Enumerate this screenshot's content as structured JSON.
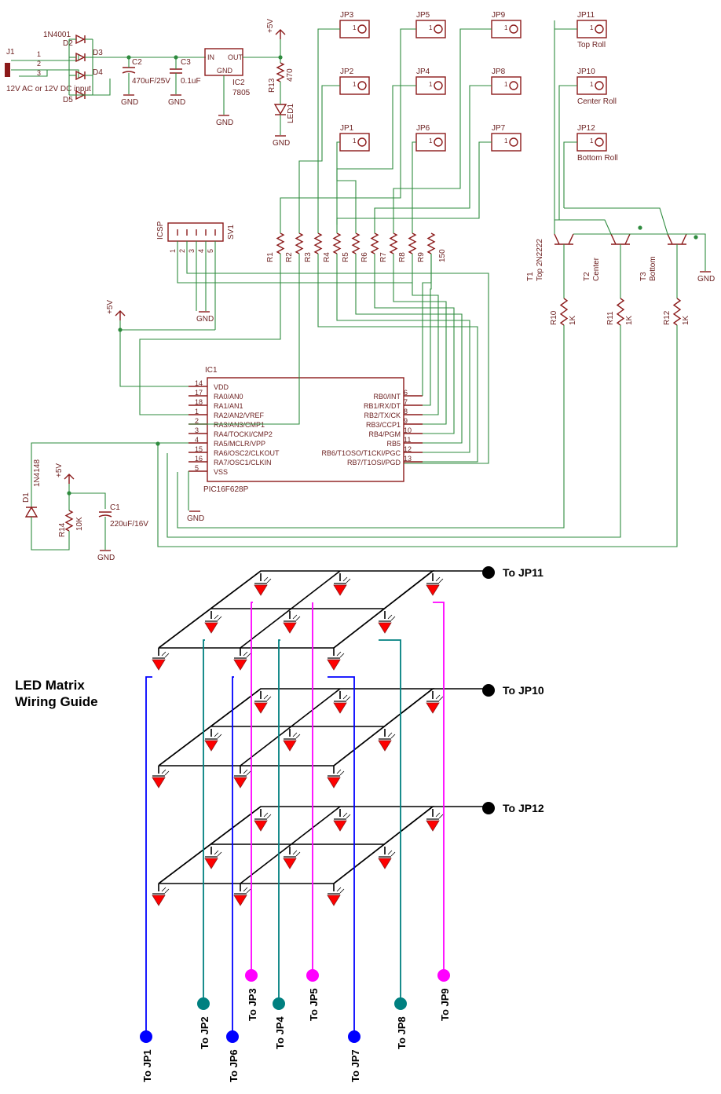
{
  "title": {
    "line1": "LED Matrix",
    "line2": "Wiring Guide"
  },
  "power": {
    "j1": "J1",
    "j1_pins": [
      "1",
      "2",
      "3"
    ],
    "input_note": "12V AC or 12V DC input",
    "diode_part": "1N4001",
    "diodes": [
      "D2",
      "D3",
      "D4",
      "D5"
    ],
    "c2": "C2",
    "c2_val": "470uF/25V",
    "c3": "C3",
    "c3_val": "0.1uF",
    "reg_ref": "IC2",
    "reg_part": "7805",
    "reg_in": "IN",
    "reg_out": "OUT",
    "reg_gnd": "GND",
    "vcc": "+5V",
    "gnd": "GND",
    "r13": "R13",
    "r13_val": "470",
    "led1": "LED1"
  },
  "jumpers": [
    {
      "id": "JP3",
      "pin": "1"
    },
    {
      "id": "JP5",
      "pin": "1"
    },
    {
      "id": "JP9",
      "pin": "1"
    },
    {
      "id": "JP2",
      "pin": "1"
    },
    {
      "id": "JP4",
      "pin": "1"
    },
    {
      "id": "JP8",
      "pin": "1"
    },
    {
      "id": "JP1",
      "pin": "1"
    },
    {
      "id": "JP6",
      "pin": "1"
    },
    {
      "id": "JP7",
      "pin": "1"
    },
    {
      "id": "JP11",
      "pin": "1",
      "note": "Top Roll"
    },
    {
      "id": "JP10",
      "pin": "1",
      "note": "Center Roll"
    },
    {
      "id": "JP12",
      "pin": "1",
      "note": "Bottom Roll"
    }
  ],
  "resistors": [
    "R1",
    "R2",
    "R3",
    "R4",
    "R5",
    "R6",
    "R7",
    "R8",
    "R9"
  ],
  "resistor_value": "150",
  "icsp": {
    "label": "ICSP",
    "ref": "SV1",
    "pins": [
      "1",
      "2",
      "3",
      "4",
      "5"
    ]
  },
  "transistors": [
    {
      "ref": "T1",
      "note": "Top 2N2222",
      "r": "R10",
      "rv": "1K"
    },
    {
      "ref": "T2",
      "note": "Center",
      "r": "R11",
      "rv": "1K"
    },
    {
      "ref": "T3",
      "note": "Bottom",
      "r": "R12",
      "rv": "1K"
    }
  ],
  "mcu": {
    "ref": "IC1",
    "part": "PIC16F628P",
    "left_pins": [
      {
        "n": "14",
        "name": "VDD"
      },
      {
        "n": "17",
        "name": "RA0/AN0"
      },
      {
        "n": "18",
        "name": "RA1/AN1"
      },
      {
        "n": "1",
        "name": "RA2/AN2/VREF"
      },
      {
        "n": "2",
        "name": "RA3/AN3/CMP1"
      },
      {
        "n": "3",
        "name": "RA4/TOCKI/CMP2"
      },
      {
        "n": "4",
        "name": "RA5/MCLR/VPP"
      },
      {
        "n": "15",
        "name": "RA6/OSC2/CLKOUT"
      },
      {
        "n": "16",
        "name": "RA7/OSC1/CLKIN"
      },
      {
        "n": "5",
        "name": "VSS"
      }
    ],
    "right_pins": [
      {
        "n": "6",
        "name": "RB0/INT"
      },
      {
        "n": "7",
        "name": "RB1/RX/DT"
      },
      {
        "n": "8",
        "name": "RB2/TX/CK"
      },
      {
        "n": "9",
        "name": "RB3/CCP1"
      },
      {
        "n": "10",
        "name": "RB4/PGM"
      },
      {
        "n": "11",
        "name": "RB5"
      },
      {
        "n": "12",
        "name": "RB6/T1OSO/T1CKI/PGC"
      },
      {
        "n": "13",
        "name": "RB7/T1OSI/PGD"
      }
    ]
  },
  "reset": {
    "d1": "D1",
    "d1_part": "1N4148",
    "r14": "R14",
    "r14_val": "10K",
    "c1": "C1",
    "c1_val": "220uF/16V"
  },
  "matrix": {
    "layers": [
      "To JP11",
      "To JP10",
      "To JP12"
    ],
    "columns": [
      {
        "label": "To JP1",
        "color": "#0000ff"
      },
      {
        "label": "To JP2",
        "color": "#008080"
      },
      {
        "label": "To JP6",
        "color": "#0000ff"
      },
      {
        "label": "To JP3",
        "color": "#ff00ff"
      },
      {
        "label": "To JP4",
        "color": "#008080"
      },
      {
        "label": "To JP5",
        "color": "#ff00ff"
      },
      {
        "label": "To JP7",
        "color": "#0000ff"
      },
      {
        "label": "To JP8",
        "color": "#008080"
      },
      {
        "label": "To JP9",
        "color": "#ff00ff"
      }
    ]
  }
}
